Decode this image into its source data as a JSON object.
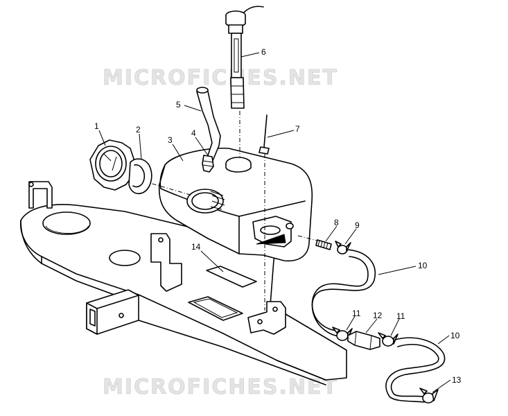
{
  "watermark_top": "MICROFICHES.NET",
  "watermark_bottom": "MICROFICHES.NET",
  "callouts": {
    "c1": "1",
    "c2": "2",
    "c3": "3",
    "c4": "4",
    "c5": "5",
    "c6": "6",
    "c7": "7",
    "c8": "8",
    "c9": "9",
    "c10a": "10",
    "c10b": "10",
    "c11a": "11",
    "c11b": "11",
    "c12": "12",
    "c13": "13",
    "c14": "14"
  }
}
